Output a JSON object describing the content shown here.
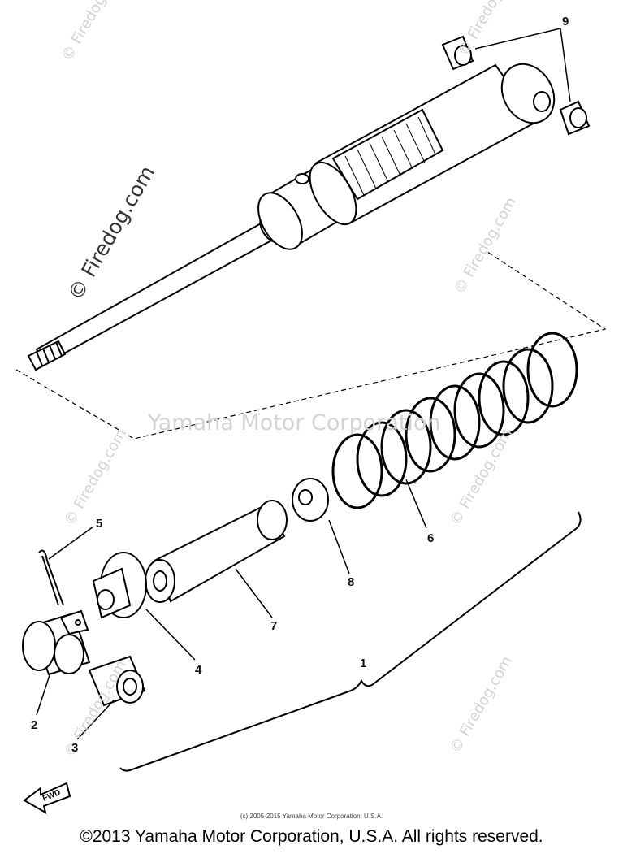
{
  "watermark": {
    "site": "© Firedog.com",
    "center_text": "Yamaha Motor Corporation"
  },
  "callouts": {
    "c1": "1",
    "c2": "2",
    "c3": "3",
    "c4": "4",
    "c5": "5",
    "c6": "6",
    "c7": "7",
    "c8": "8",
    "c9": "9"
  },
  "fwd_label": "FWD",
  "small_copyright": "(c) 2005-2015 Yamaha Motor Corporation, U.S.A.",
  "footer_copyright": "©2013 Yamaha Motor Corporation, U.S.A. All rights reserved."
}
